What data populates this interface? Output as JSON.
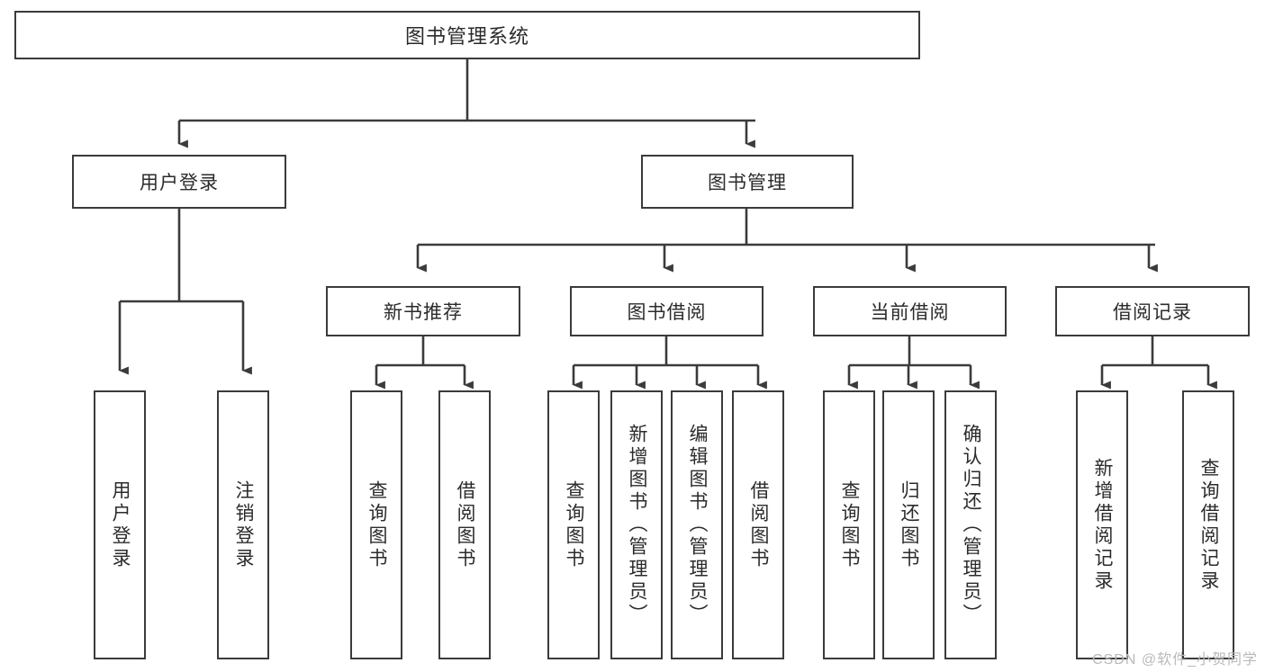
{
  "diagram": {
    "title": "图书管理系统",
    "type": "hierarchy-tree",
    "root": {
      "label": "图书管理系统"
    },
    "level2": [
      {
        "label": "用户登录"
      },
      {
        "label": "图书管理"
      }
    ],
    "level3": [
      {
        "label": "新书推荐"
      },
      {
        "label": "图书借阅"
      },
      {
        "label": "当前借阅"
      },
      {
        "label": "借阅记录"
      }
    ],
    "leaves": {
      "user_login": [
        {
          "label": "用户登录"
        },
        {
          "label": "注销登录"
        }
      ],
      "new_book_recommend": [
        {
          "label": "查询图书"
        },
        {
          "label": "借阅图书"
        }
      ],
      "book_borrow": [
        {
          "label": "查询图书"
        },
        {
          "label": "新增图书（管理员）"
        },
        {
          "label": "编辑图书（管理员）"
        },
        {
          "label": "借阅图书"
        }
      ],
      "current_borrow": [
        {
          "label": "查询图书"
        },
        {
          "label": "归还图书"
        },
        {
          "label": "确认归还（管理员）"
        }
      ],
      "borrow_record": [
        {
          "label": "新增借阅记录"
        },
        {
          "label": "查询借阅记录"
        }
      ]
    }
  },
  "watermark": {
    "text": "CSDN @软件_小贺同学"
  },
  "colors": {
    "stroke": "#3b3b3b",
    "fill": "#ffffff",
    "text": "#2b2b2b",
    "watermark": "#b9b9b9"
  }
}
